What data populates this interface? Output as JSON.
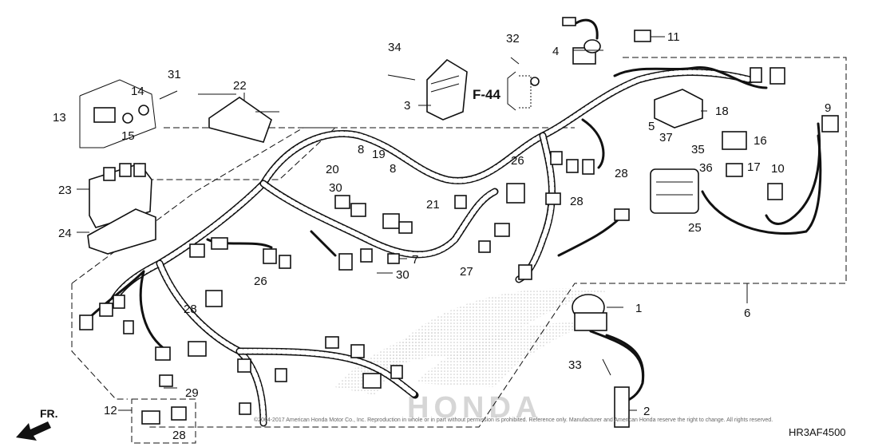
{
  "diagram": {
    "code": "HR3AF4500",
    "ref": "F-44",
    "direction": "FR.",
    "watermark": "HONDA",
    "copyright": "©2004-2017 American Honda Motor Co., Inc. Reproduction in whole or in part without permission is prohibited. Reference only. Manufacturer and American Honda reserve the right to change. All rights reserved.",
    "callouts": {
      "c1": "1",
      "c2": "2",
      "c3": "3",
      "c4": "4",
      "c5": "5",
      "c6": "6",
      "c7": "7",
      "c8a": "8",
      "c8b": "8",
      "c9": "9",
      "c10": "10",
      "c11": "11",
      "c12": "12",
      "c13": "13",
      "c14": "14",
      "c15": "15",
      "c16": "16",
      "c17": "17",
      "c18": "18",
      "c19": "19",
      "c20": "20",
      "c21": "21",
      "c22": "22",
      "c23": "23",
      "c24": "24",
      "c25": "25",
      "c26a": "26",
      "c26b": "26",
      "c27": "27",
      "c28a": "28",
      "c28b": "28",
      "c28c": "28",
      "c28d": "28",
      "c29": "29",
      "c30a": "30",
      "c30b": "30",
      "c31": "31",
      "c32": "32",
      "c33": "33",
      "c34": "34",
      "c35": "35",
      "c36": "36",
      "c37": "37"
    },
    "colors": {
      "ink": "#111111",
      "watermark": "#cfcfcf",
      "paper": "#ffffff"
    }
  }
}
